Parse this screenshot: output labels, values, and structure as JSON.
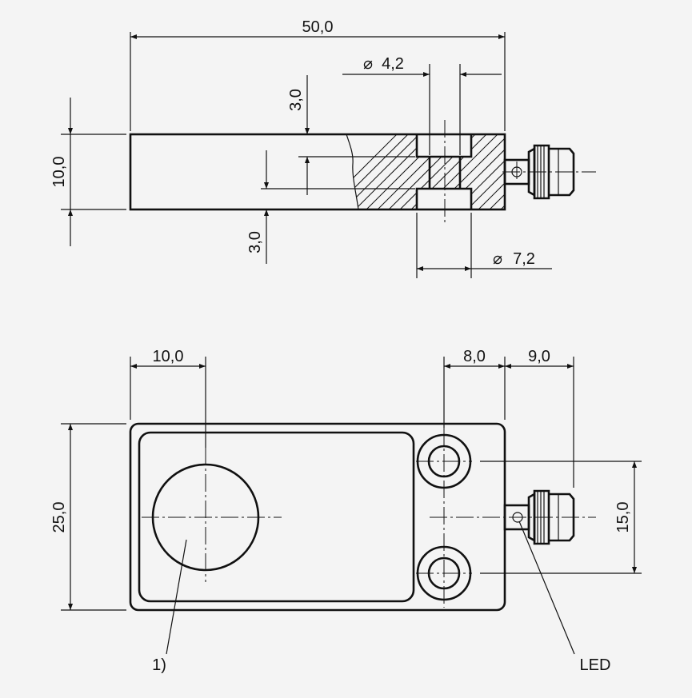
{
  "dimensions": {
    "length_total": "50,0",
    "bore_diameter": "4,2",
    "counterbore_diameter": "7,2",
    "height": "10,0",
    "counterbore_depth_top": "3,0",
    "counterbore_depth_bottom": "3,0",
    "sensing_center_offset": "10,0",
    "hole_offset": "8,0",
    "connector_length": "9,0",
    "width": "25,0",
    "hole_spacing": "15,0"
  },
  "labels": {
    "note_1": "1)",
    "led": "LED"
  },
  "diameter_symbol": "⌀"
}
